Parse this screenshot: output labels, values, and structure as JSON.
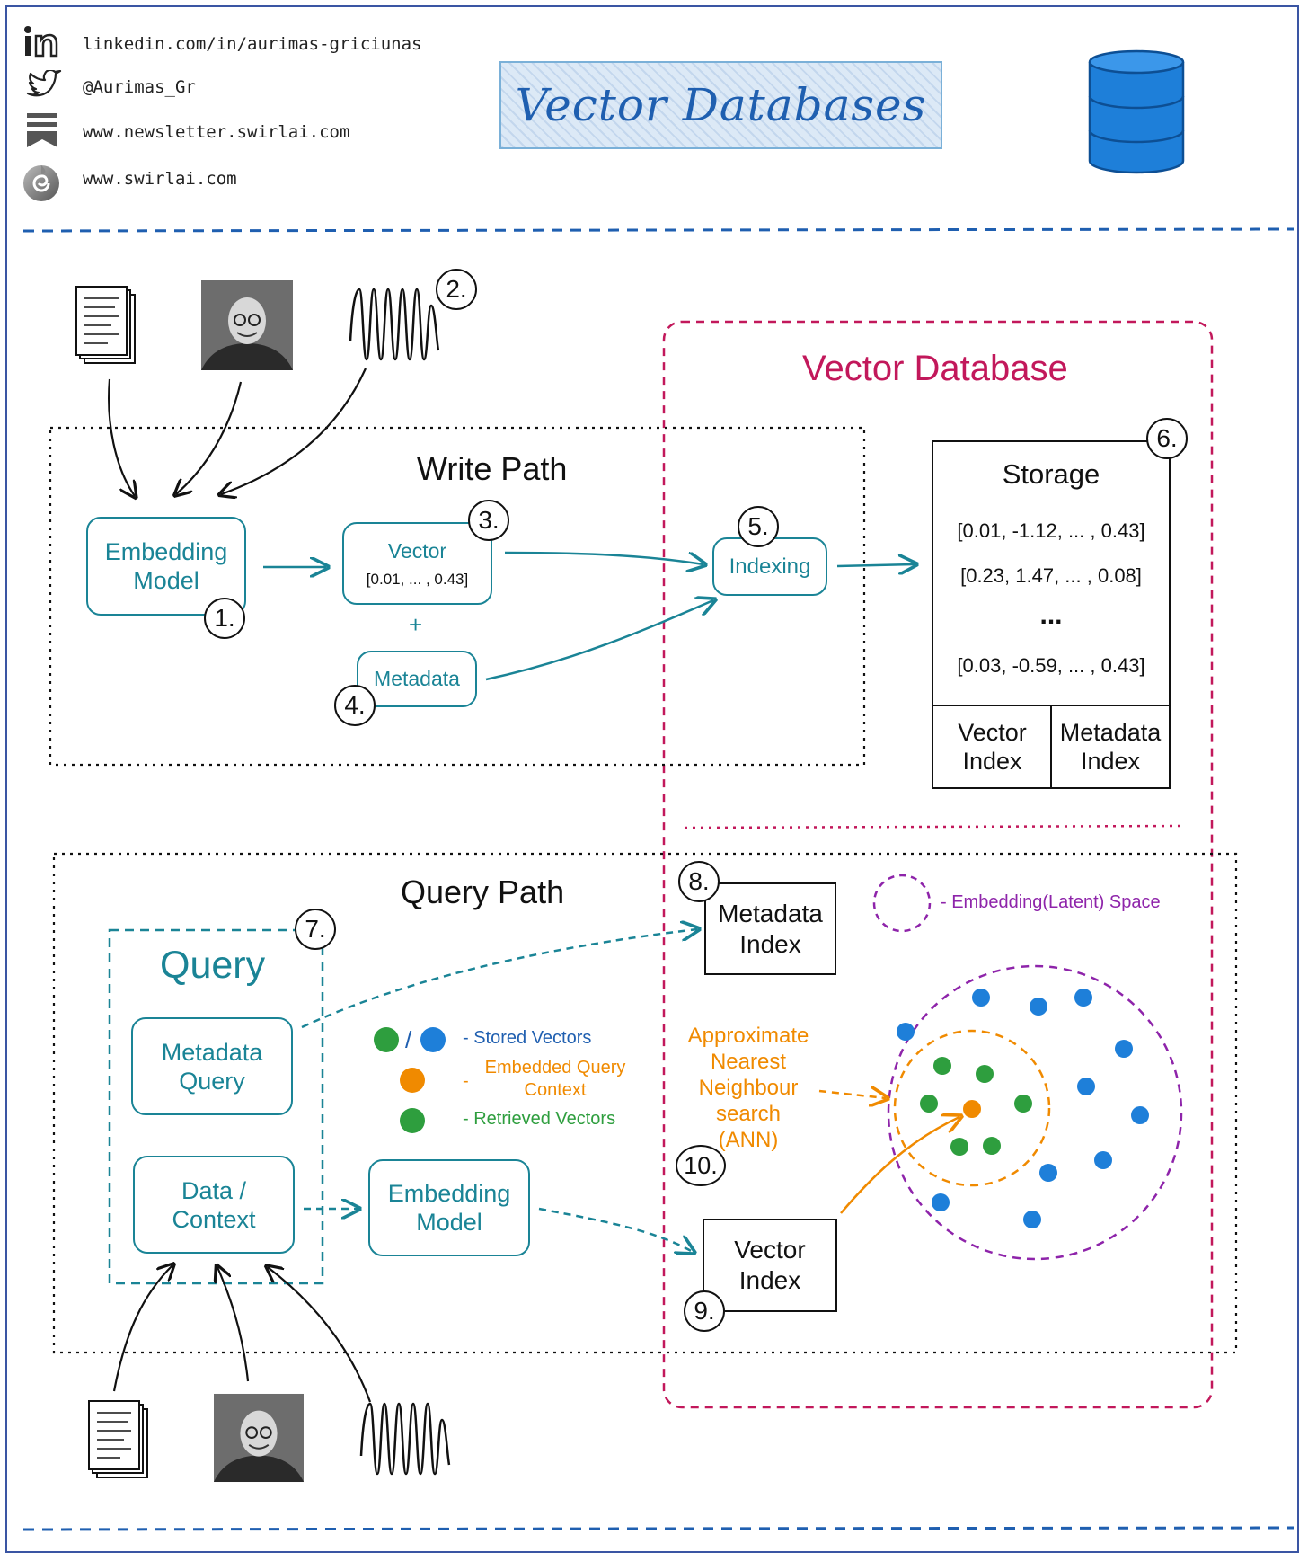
{
  "header": {
    "linkedin": "linkedin.com/in/aurimas-griciunas",
    "twitter": "@Aurimas_Gr",
    "newsletter": "www.newsletter.swirlai.com",
    "website": "www.swirlai.com",
    "title": "Vector Databases",
    "icons": [
      "linkedin-icon",
      "twitter-icon",
      "bookmark-icon",
      "swirl-logo-icon",
      "database-icon"
    ]
  },
  "vector_db": {
    "title": "Vector Database"
  },
  "write_path": {
    "title": "Write Path",
    "embedding_model": [
      "Embedding",
      "Model"
    ],
    "vector_label": "Vector",
    "vector_value": "[0.01, ... , 0.43]",
    "plus": "+",
    "metadata": "Metadata",
    "indexing": "Indexing"
  },
  "storage": {
    "title": "Storage",
    "rows": [
      "[0.01, -1.12, ... , 0.43]",
      "[0.23, 1.47, ... , 0.08]",
      "...",
      "[0.03, -0.59, ... , 0.43]"
    ],
    "vector_index": [
      "Vector",
      "Index"
    ],
    "metadata_index": [
      "Metadata",
      "Index"
    ]
  },
  "query_path": {
    "title": "Query Path",
    "query_title": "Query",
    "metadata_query": [
      "Metadata",
      "Query"
    ],
    "data_context": [
      "Data /",
      "Context"
    ],
    "embedding_model": [
      "Embedding",
      "Model"
    ],
    "metadata_index": [
      "Metadata",
      "Index"
    ],
    "vector_index": [
      "Vector",
      "Index"
    ],
    "ann": [
      "Approximate",
      "Nearest",
      "Neighbour",
      "search",
      "(ANN)"
    ]
  },
  "legend": {
    "slash": "/",
    "stored": "- Stored Vectors",
    "query_dash": "-",
    "query": [
      "Embedded Query",
      "Context"
    ],
    "retrieved": "- Retrieved Vectors",
    "space": "- Embedding(Latent) Space"
  },
  "steps": [
    "1.",
    "2.",
    "3.",
    "4.",
    "5.",
    "6.",
    "7.",
    "8.",
    "9.",
    "10."
  ],
  "colors": {
    "teal": "#1a8496",
    "crimson": "#c2185b",
    "purple": "#8e24aa",
    "orange": "#f08a00",
    "blue": "#1e7fd9",
    "green": "#2e9e3e",
    "frame": "#3a55a3"
  }
}
